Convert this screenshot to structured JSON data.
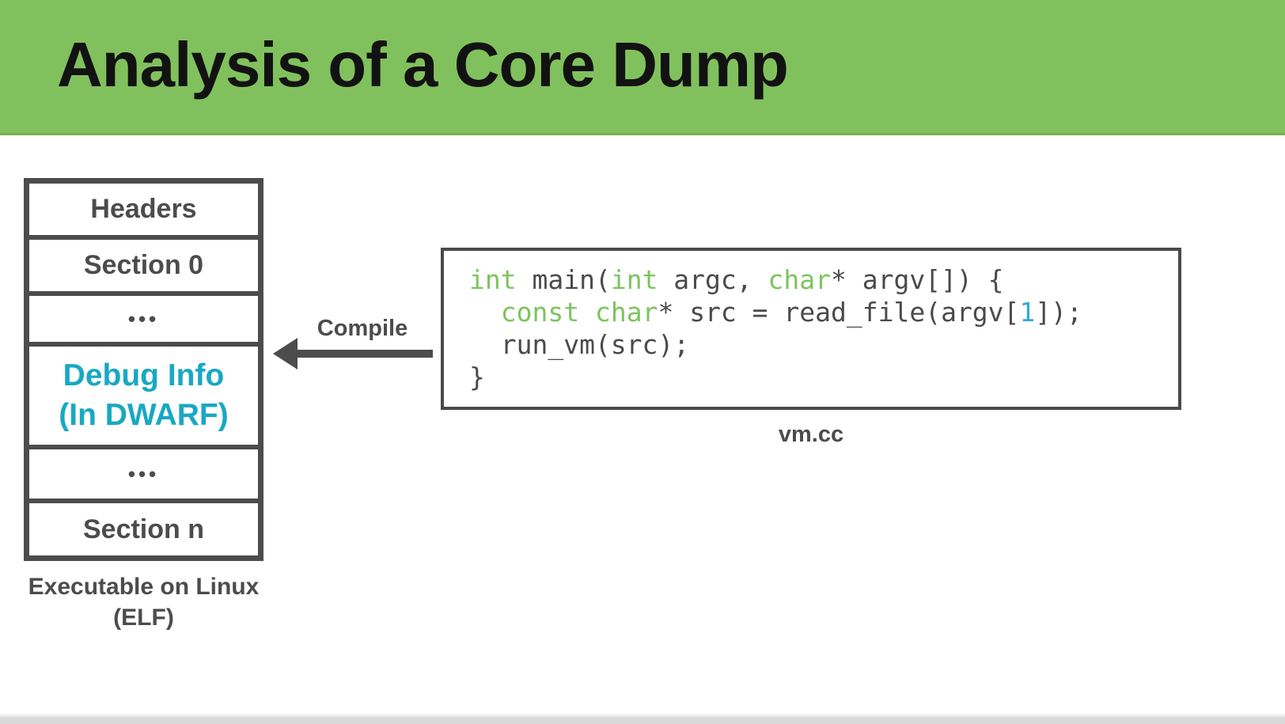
{
  "slide": {
    "title": "Analysis of a Core Dump"
  },
  "elf_diagram": {
    "rows": [
      {
        "label": "Headers"
      },
      {
        "label": "Section 0"
      },
      {
        "label": "•••"
      },
      {
        "line1": "Debug Info",
        "line2": "(In DWARF)"
      },
      {
        "label": "•••"
      },
      {
        "label": "Section n"
      }
    ],
    "caption": {
      "line1": "Executable on Linux",
      "line2": "(ELF)"
    }
  },
  "arrow": {
    "label": "Compile"
  },
  "code_panel": {
    "filename": "vm.cc",
    "tokens": [
      {
        "text": "int",
        "style": "keyword"
      },
      {
        "text": " main(",
        "style": "plain"
      },
      {
        "text": "int",
        "style": "keyword"
      },
      {
        "text": " argc, ",
        "style": "plain"
      },
      {
        "text": "char",
        "style": "keyword"
      },
      {
        "text": "* argv[]) {\n  ",
        "style": "plain"
      },
      {
        "text": "const",
        "style": "keyword"
      },
      {
        "text": " ",
        "style": "plain"
      },
      {
        "text": "char",
        "style": "keyword"
      },
      {
        "text": "* src = read_file(argv[",
        "style": "plain"
      },
      {
        "text": "1",
        "style": "number"
      },
      {
        "text": "]);\n  run_vm(src);\n}",
        "style": "plain"
      }
    ]
  },
  "colors": {
    "header_green": "#81C15D",
    "header_edge_green": "#74B050",
    "keyword_green": "#7DC45E",
    "debug_cyan": "#19A8C2",
    "number_blue": "#2FA8DC",
    "dark_gray": "#4C4C4C",
    "bottom_strip_gray": "#D9D9D9"
  }
}
